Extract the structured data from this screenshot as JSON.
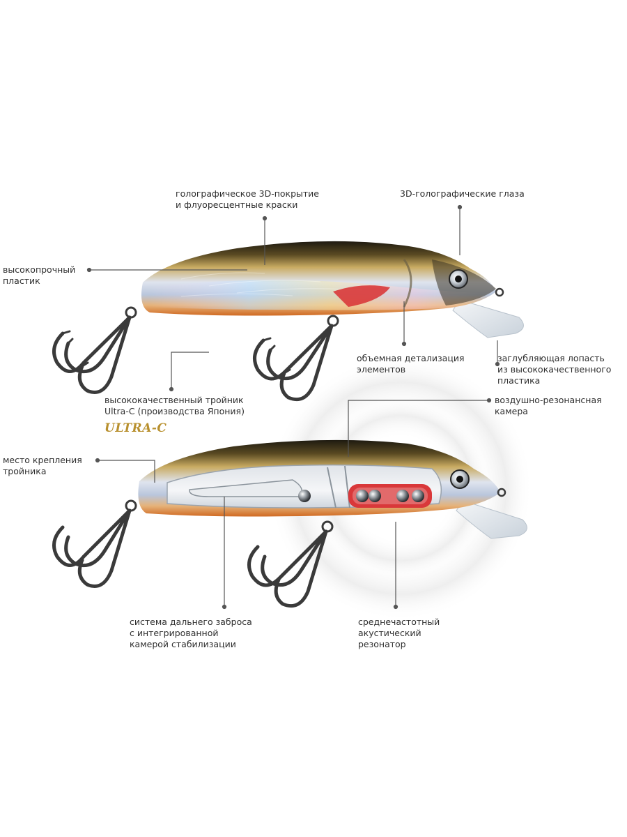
{
  "labels": {
    "holographic_coating": "голографическое 3D-покрытие\nи флуоресцентные краски",
    "holographic_eyes": "3D-голографические глаза",
    "strong_plastic": "высокопрочный\nпластик",
    "volume_detail": "объемная детализация\nэлементов",
    "diving_lip": "заглубляющая лопасть\nиз высококачественного\nпластика",
    "treble_hook": "высококачественный тройник\nUltra-C (производства Япония)",
    "air_chamber": "воздушно-резонансная\nкамера",
    "hook_mount": "место крепления\nтройника",
    "casting_system": "система дальнего заброса\nс интегрированной\nкамерой стабилизации",
    "acoustic_resonator": "среднечастотный\nакустический\nрезонатор"
  },
  "brand": {
    "logo_text": "ULTRA-C"
  },
  "colors": {
    "back": "#2a2414",
    "body_gold": "#c8a85a",
    "belly_orange": "#d8772e",
    "fin_red": "#d9383a",
    "leader_line": "#555555",
    "hook_steel": "#3a3a3a"
  }
}
